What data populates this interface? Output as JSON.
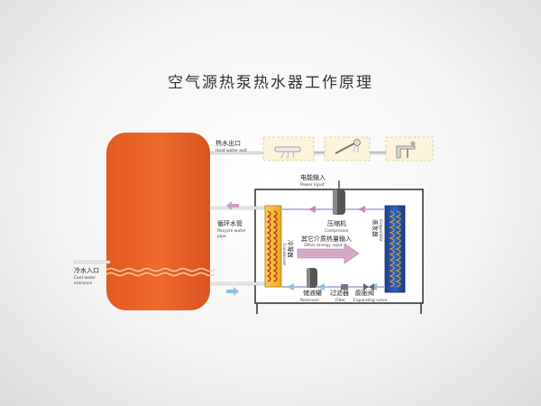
{
  "title": "空气源热泵热水器工作原理",
  "labels": {
    "hot_out_cn": "热水出口",
    "hot_out_en": "Heat water exit",
    "cool_in_cn": "冷水入口",
    "cool_in_en_1": "Cool water",
    "cool_in_en_2": "entrance",
    "recycle_cn": "循环水管",
    "recycle_en_1": "Recycle water",
    "recycle_en_2": "pipe",
    "power_cn": "电能输入",
    "power_en": "Power input",
    "compressor_cn": "压缩机",
    "compressor_en": "Compressor",
    "other_energy_cn": "其它介质热量输入",
    "other_energy_en": "Other energy input",
    "condenser_cn": "冷凝器",
    "condenser_en": "Condenser",
    "evaporator_cn": "蒸发器",
    "evaporator_en": "Evaporator",
    "reservoir_cn": "储液罐",
    "reservoir_en": "Reservoir",
    "filter_cn": "过滤器",
    "filter_en": "Filter",
    "valve_cn": "膨胀阀",
    "valve_en": "Expanding valve"
  },
  "colors": {
    "tank": "#e8602a",
    "hot_pipe": "#e86a5a",
    "cool_pipe": "#9cc8e8",
    "arrow": "#8fc0e8",
    "refrigerant": "#c88ab0",
    "condenser": "#f0c020",
    "evaporator": "#1a4a9c"
  },
  "icons": [
    "shower-icon",
    "hand-shower-icon",
    "tap-icon"
  ]
}
